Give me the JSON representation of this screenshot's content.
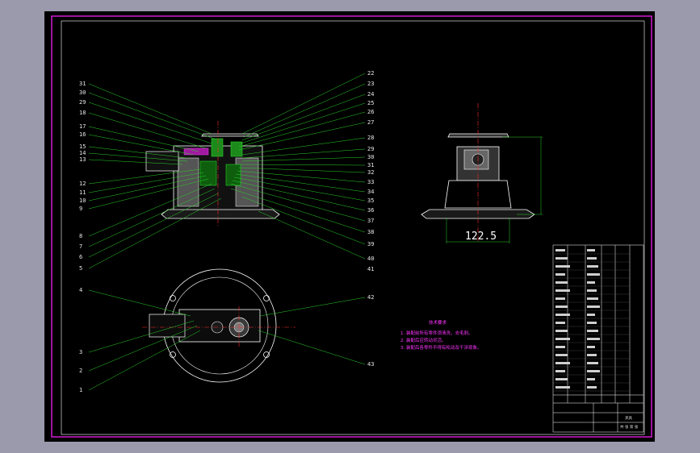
{
  "colors": {
    "background_outer": "#9a9aac",
    "sheet": "#000000",
    "frame": "#d11bd1",
    "leader": "#2ad12a",
    "outline": "#ffffff",
    "hatch": "#888888",
    "center_line": "#ff2b2b",
    "dimension": "#2bd12b",
    "notes": "#ff33ff"
  },
  "drawing": {
    "dimension_text": "122.5",
    "notes_title": "技术要求",
    "notes": [
      "1. 装配前所有零件须清洗，去毛刺。",
      "2. 装配后应转动灵活。",
      "3. 装配后各零件不得有松动及干涉现象。"
    ],
    "left_labels": [
      "31",
      "30",
      "29",
      "18",
      "17",
      "16",
      "15",
      "14",
      "13",
      "12",
      "11",
      "10",
      "9",
      "8",
      "7",
      "6",
      "5"
    ],
    "right_labels": [
      "22",
      "23",
      "24",
      "25",
      "26",
      "27",
      "28",
      "29",
      "30",
      "31",
      "32",
      "33",
      "34",
      "35",
      "36",
      "37",
      "38",
      "39",
      "40",
      "41"
    ],
    "lower_left_labels": [
      "4",
      "3",
      "2",
      "1"
    ],
    "lower_right_labels": [
      "42",
      "43"
    ]
  },
  "title_block": {
    "drawing_name": "夹具",
    "sheet_label": "共 张 第 张"
  }
}
